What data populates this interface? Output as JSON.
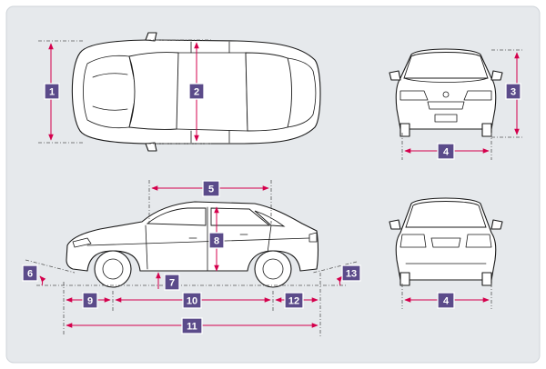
{
  "colors": {
    "background": "#ffffff",
    "panel": "#e6e9ec",
    "line": "#1a1a1a",
    "dimension": "#d4004c",
    "badge": "#5b4b8a",
    "badge_text": "#ffffff"
  },
  "badges": {
    "b1": "1",
    "b2": "2",
    "b3": "3",
    "b4a": "4",
    "b4b": "4",
    "b5": "5",
    "b6": "6",
    "b7": "7",
    "b8": "8",
    "b9": "9",
    "b10": "10",
    "b11": "11",
    "b12": "12",
    "b13": "13"
  }
}
